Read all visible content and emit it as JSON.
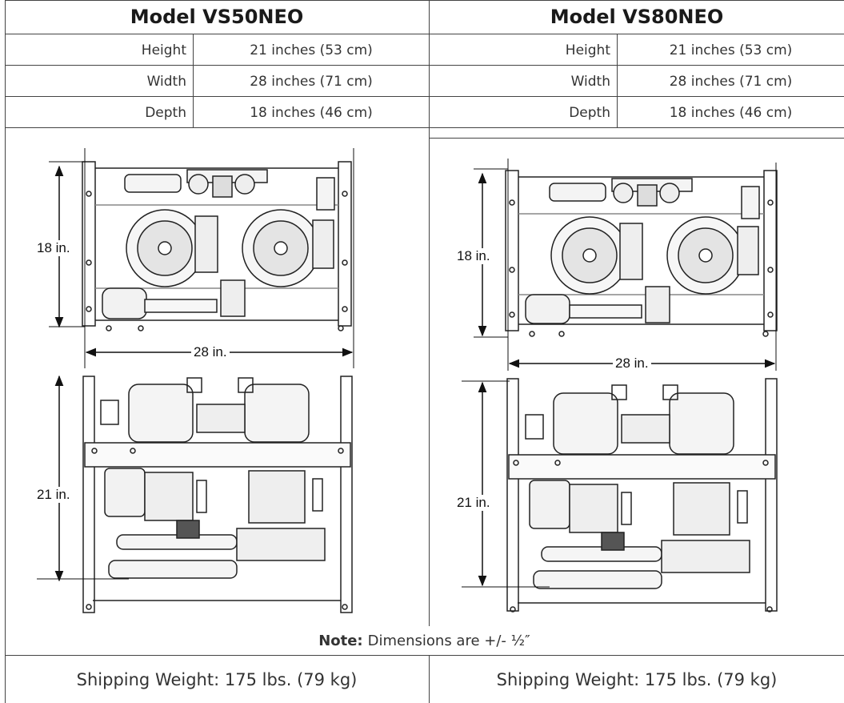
{
  "models": [
    {
      "title": "Model VS50NEO",
      "specs": [
        {
          "label": "Height",
          "value": "21 inches (53 cm)"
        },
        {
          "label": "Width",
          "value": "28 inches (71 cm)"
        },
        {
          "label": "Depth",
          "value": "18 inches (46 cm)"
        }
      ],
      "depth_dim": "18 in.",
      "width_dim": "28 in.",
      "height_dim": "21 in.",
      "shipping": "Shipping Weight: 175 lbs. (79 kg)"
    },
    {
      "title": "Model VS80NEO",
      "specs": [
        {
          "label": "Height",
          "value": "21 inches (53 cm)"
        },
        {
          "label": "Width",
          "value": "28 inches (71 cm)"
        },
        {
          "label": "Depth",
          "value": "18 inches (46 cm)"
        }
      ],
      "depth_dim": "18 in.",
      "width_dim": "28 in.",
      "height_dim": "21 in.",
      "shipping": "Shipping Weight: 175 lbs. (79 kg)"
    }
  ],
  "note": {
    "label": "Note:",
    "text": "Dimensions are +/- ½″"
  }
}
